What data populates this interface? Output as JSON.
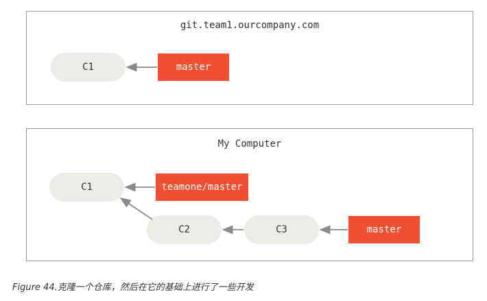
{
  "server": {
    "title": "git.team1.ourcompany.com",
    "commits": [
      "C1"
    ],
    "branch": "master"
  },
  "local": {
    "title": "My Computer",
    "commits": [
      "C1",
      "C2",
      "C3"
    ],
    "remote_branch": "teamone/master",
    "branch": "master"
  },
  "caption": {
    "label": "Figure 44.",
    "text": "克隆一个仓库，然后在它的基础上进行了一些开发"
  },
  "colors": {
    "branch_fill": "#f14e32",
    "commit_fill": "#edece6",
    "arrow": "#8a8a8a",
    "border": "#9a9a9a"
  }
}
